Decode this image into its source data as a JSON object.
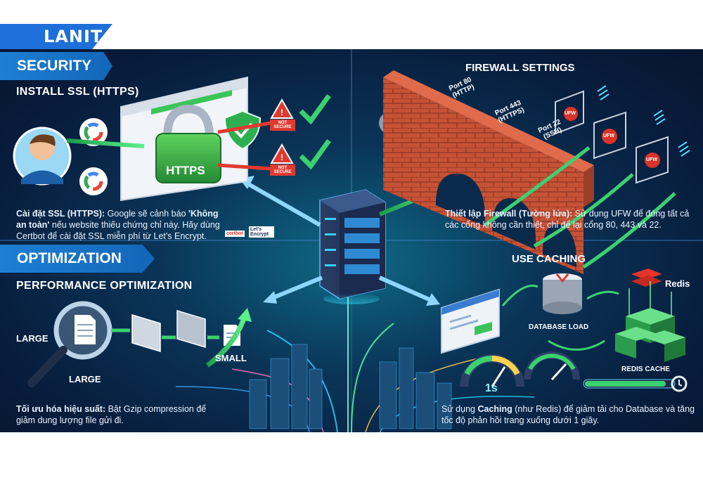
{
  "brand": {
    "logo_text": "LANIT"
  },
  "security": {
    "tag": "SECURITY",
    "title": "INSTALL SSL (HTTPS)",
    "lock_label": "HTTPS",
    "warning_1": "NOT SECURE",
    "warning_2": "NOT SECURE",
    "caption_bold_1": "Cài đặt SSL (HTTPS):",
    "caption_text_1": " Google sẽ cảnh báo ",
    "caption_bold_2": "'Không an toàn'",
    "caption_text_2": " nếu website thiếu chứng chỉ này. Hãy dùng Certbot để cài đặt SSL miễn phí từ Let's Encrypt.",
    "logo_certbot": "certbot",
    "logo_letsencrypt": "Let's Encrypt"
  },
  "firewall": {
    "title": "FIREWALL SETTINGS",
    "ports": [
      "Port 80 (HTTP)",
      "Port 443 (HTTPS)",
      "Port 22 (SSH)"
    ],
    "gate_label": "UFW",
    "caption_bold": "Thiết lập Firewall (Tường lửa):",
    "caption_text": " Sử dụng UFW để đóng tất cả các cổng không cần thiết, chỉ để lại cổng 80, 443 và 22."
  },
  "optimization": {
    "tag": "OPTIMIZATION",
    "title": "PERFORMANCE OPTIMIZATION",
    "label_large_1": "LARGE",
    "label_large_2": "LARGE",
    "label_small": "SMALL",
    "caption_bold": "Tối ưu hóa hiệu suất:",
    "caption_text": " Bật Gzip compression để giảm dung lượng file gửi đi."
  },
  "caching": {
    "title": "USE CACHING",
    "db_label": "DATABASE LOAD",
    "redis_label": "Redis",
    "cache_label": "REDIS CACHE",
    "gauge_label": "1s",
    "caption_text_1": "Sử dụng ",
    "caption_bold": "Caching",
    "caption_text_2": " (như Redis) để giảm tải cho Database và tăng tốc độ phản hồi trang xuống dưới 1 giây."
  },
  "colors": {
    "accent": "#1e6fd9",
    "green": "#3bd16f",
    "red": "#e03a2f",
    "brick": "#c8553a"
  }
}
